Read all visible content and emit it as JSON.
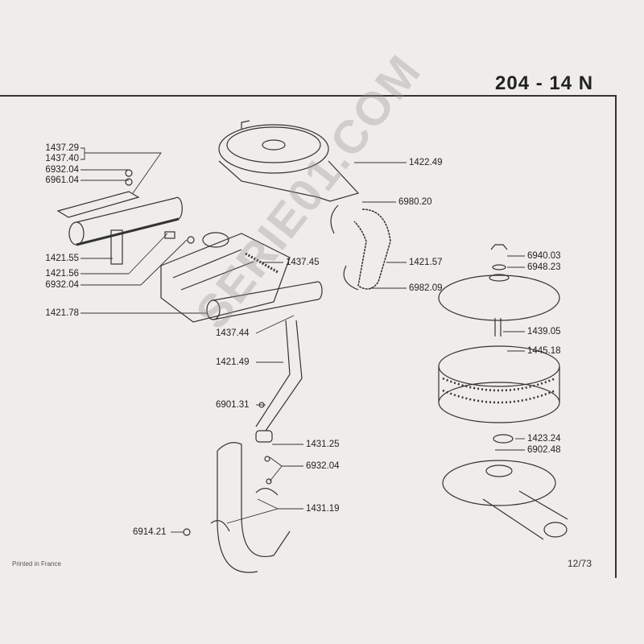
{
  "header": {
    "title": "204 - 14 N"
  },
  "watermark": "SERIE01.COM",
  "labels": [
    "1437.29",
    "1437.40",
    "6932.04",
    "6961.04",
    "1421.55",
    "1421.56",
    "6932.04",
    "1421.78",
    "1437.44",
    "1421.49",
    "6901.31",
    "1422.49",
    "6980.20",
    "1437.45",
    "1421.57",
    "6982.09",
    "6940.03",
    "6948.23",
    "1439.05",
    "1445.18",
    "1423.24",
    "6902.48",
    "1431.25",
    "6932.04",
    "1431.19",
    "6914.21"
  ],
  "footer": {
    "printed": "Printed in France",
    "page": "12/73"
  }
}
